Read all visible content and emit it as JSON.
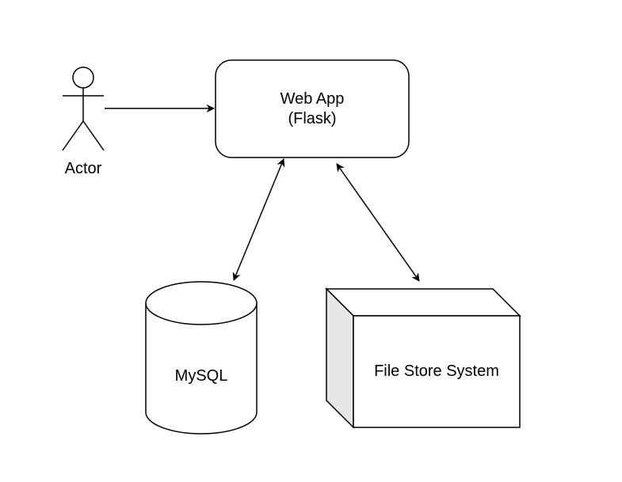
{
  "diagram": {
    "actor": {
      "label": "Actor"
    },
    "web_app": {
      "line1": "Web App",
      "line2": "(Flask)"
    },
    "database": {
      "label": "MySQL"
    },
    "file_store": {
      "label": "File Store System"
    },
    "connections": [
      {
        "from": "Actor",
        "to": "Web App",
        "style": "single-arrow"
      },
      {
        "from": "Web App",
        "to": "MySQL",
        "style": "double-arrow"
      },
      {
        "from": "Web App",
        "to": "File Store System",
        "style": "double-arrow"
      }
    ]
  },
  "colors": {
    "stroke": "#000000",
    "fill": "#ffffff",
    "side_fill": "#e6e6e6"
  }
}
